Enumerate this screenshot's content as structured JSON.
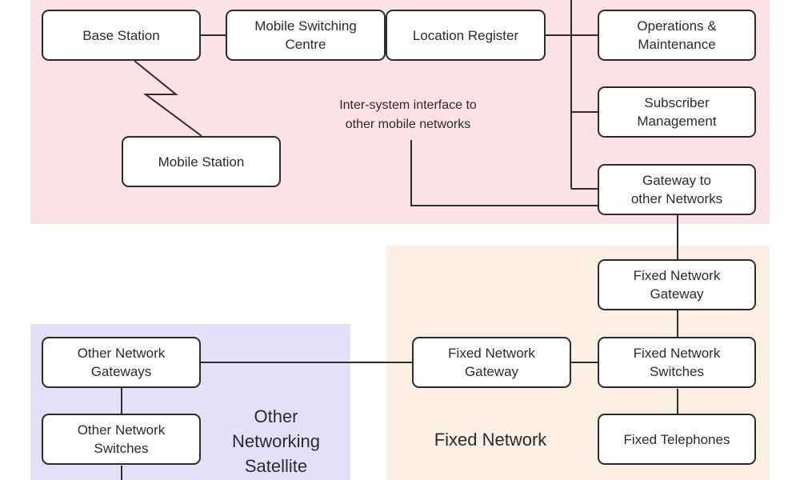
{
  "colors": {
    "mobile_region": "#fbe2e4",
    "fixed_region": "#fbeee2",
    "other_region": "#e4e0f7",
    "box_border": "#2c2c2c",
    "wire": "#2c2c2c"
  },
  "mobile_network": {
    "base_station": "Base Station",
    "mobile_switching_centre": "Mobile Switching\nCentre",
    "location_register": "Location Register",
    "operations_maintenance": "Operations &\nMaintenance",
    "subscriber_management": "Subscriber\nManagement",
    "mobile_station": "Mobile Station",
    "gateway_other_networks": "Gateway to\nother Networks",
    "intersystem_note": "Inter-system interface to\nother mobile networks"
  },
  "fixed_network": {
    "title": "Fixed Network",
    "gateway_top": "Fixed Network\nGateway",
    "gateway_left": "Fixed Network\nGateway",
    "switches": "Fixed Network\nSwitches",
    "telephones": "Fixed Telephones"
  },
  "other_network": {
    "title": "Other\nNetworking\nSatellite",
    "gateways": "Other Network\nGateways",
    "switches": "Other Network\nSwitches"
  }
}
